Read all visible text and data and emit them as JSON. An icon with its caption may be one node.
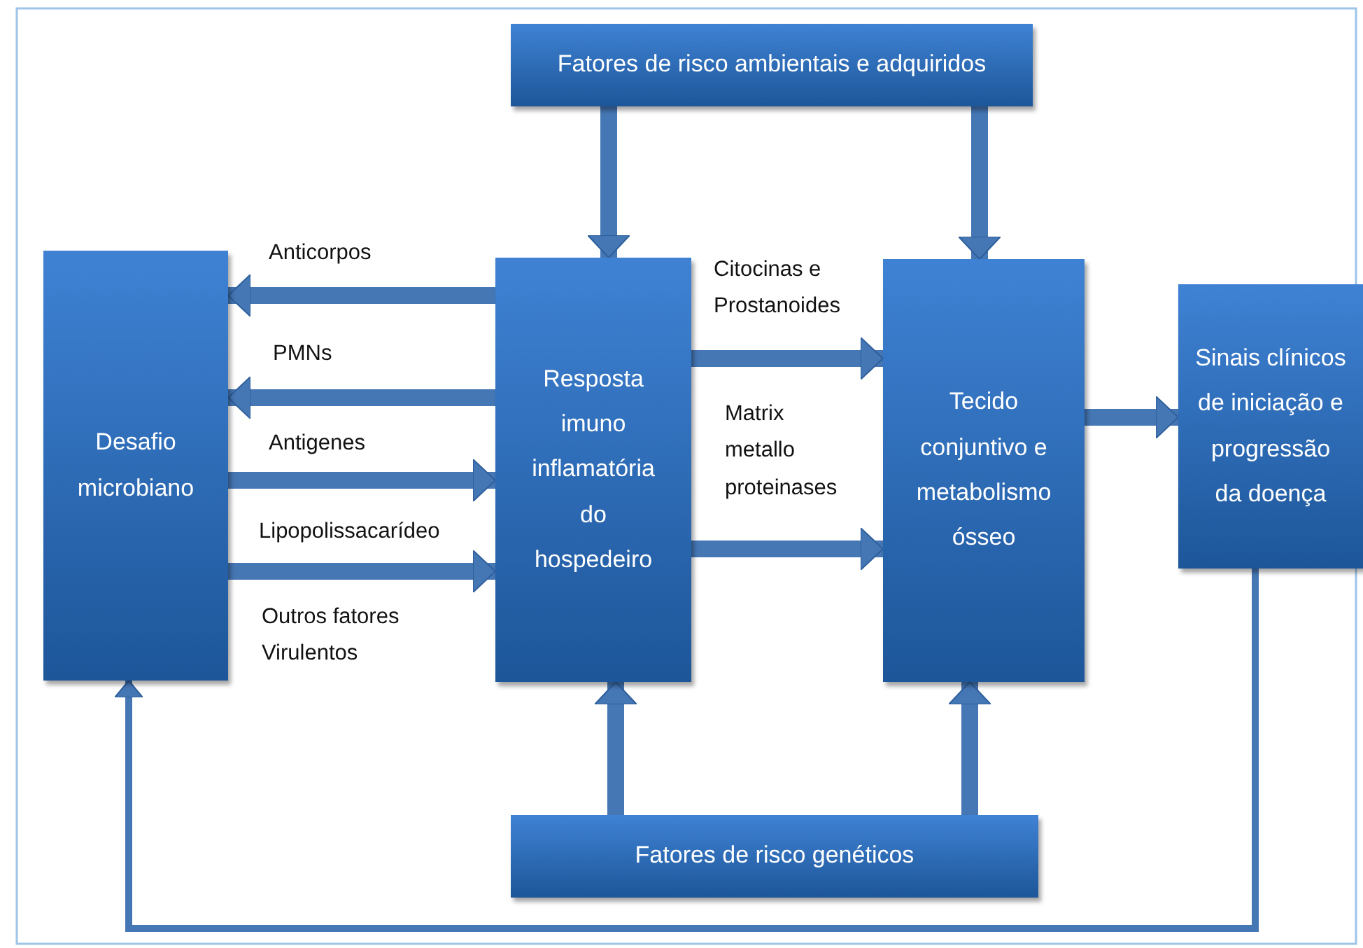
{
  "diagram": {
    "nodes": [
      {
        "text": [
          "Fatores de risco ambientais e adquiridos"
        ]
      },
      {
        "text": [
          "Desafio microbiano"
        ]
      },
      {
        "text": [
          "Resposta imuno inflamatória do hospedeiro"
        ]
      },
      {
        "text": [
          "Tecido conjuntivo e metabolismo ósseo"
        ]
      },
      {
        "text": [
          "Sinais clínicos de iniciação e progressão da doença"
        ]
      },
      {
        "text": [
          "Fatores de risco genéticos"
        ]
      }
    ],
    "edges": [
      {
        "from": 0,
        "to": 2,
        "arrow": "to"
      },
      {
        "from": 0,
        "to": 3,
        "arrow": "to"
      },
      {
        "from": 2,
        "to": 1,
        "arrow": "to",
        "label": "Anticorpos"
      },
      {
        "from": 2,
        "to": 1,
        "arrow": "to",
        "label": "PMNs"
      },
      {
        "from": 1,
        "to": 2,
        "arrow": "to",
        "label": "Antigenes"
      },
      {
        "from": 1,
        "to": 2,
        "arrow": "to",
        "label": "Lipopolissacarídeo"
      },
      {
        "from": 2,
        "to": 3,
        "arrow": "to",
        "label": "Citocinas e Prostanoides"
      },
      {
        "from": 2,
        "to": 3,
        "arrow": "to",
        "label": "Matrix metallo proteinases"
      },
      {
        "from": 3,
        "to": 4,
        "arrow": "to"
      },
      {
        "from": 5,
        "to": 2,
        "arrow": "to"
      },
      {
        "from": 5,
        "to": 3,
        "arrow": "to"
      },
      {
        "from": 4,
        "to": 1,
        "arrow": "to"
      }
    ],
    "labels": [
      "Outros fatores Virulentos"
    ]
  }
}
